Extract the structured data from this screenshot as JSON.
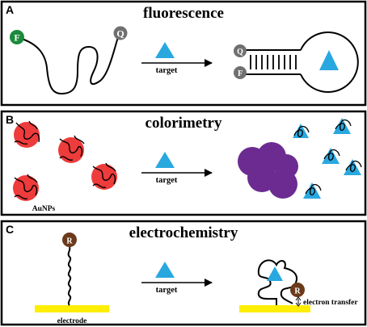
{
  "panels": {
    "a": {
      "letter": "A",
      "title": "fluorescence",
      "arrow_label": "target",
      "fluorophore_label": "F",
      "quencher_label": "Q"
    },
    "b": {
      "letter": "B",
      "title": "colorimetry",
      "arrow_label": "target",
      "nanoparticle_label": "AuNPs"
    },
    "c": {
      "letter": "C",
      "title": "electrochemistry",
      "arrow_label": "target",
      "redox_label": "R",
      "electrode_label": "electrode",
      "transfer_label": "electron transfer"
    }
  },
  "colors": {
    "target": "#29a8e0",
    "fluorophore": "#1b8a3c",
    "quencher": "#707070",
    "aunp": "#ee3b3b",
    "aggregate": "#6b2b91",
    "redox": "#6b3a1a",
    "electrode": "#ffee00"
  }
}
